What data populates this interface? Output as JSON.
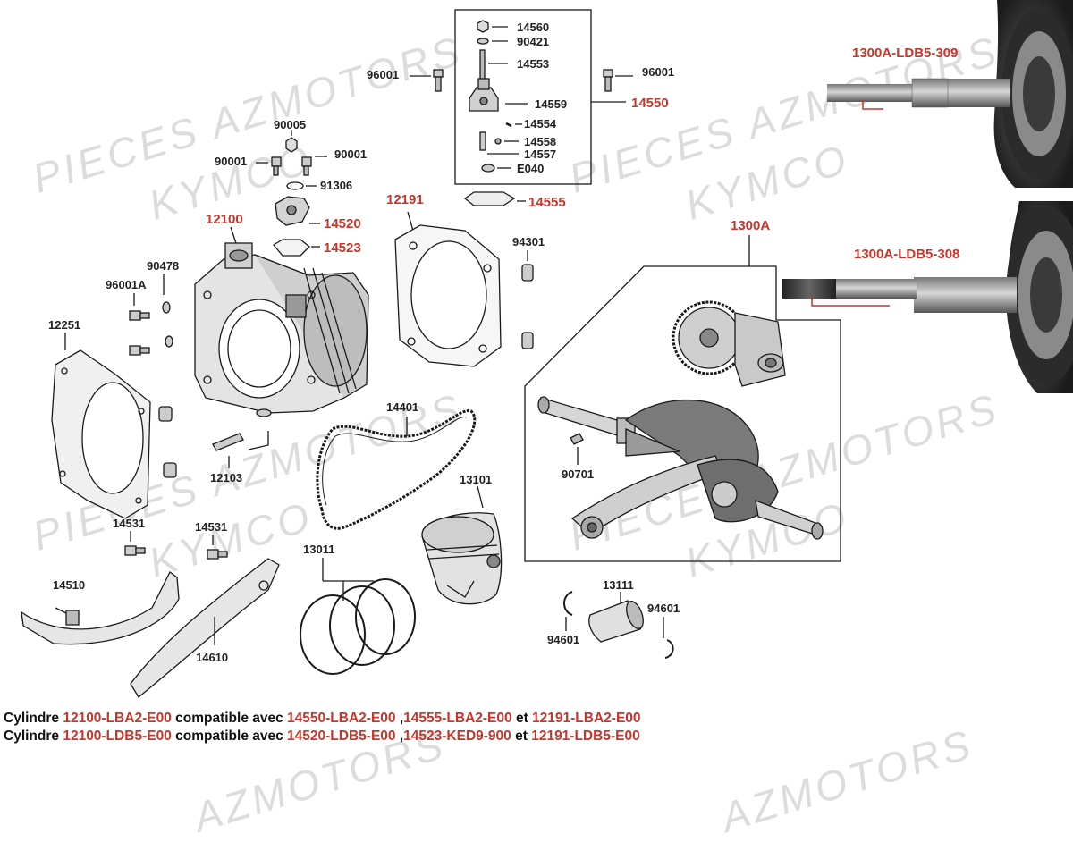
{
  "watermarks": [
    "PIECES AZMOTORS",
    "KYMCO",
    "PIECES AZMOTORS",
    "KYMCO",
    "PIECES AZMOTORS",
    "KYMCO",
    "PIECES AZMOTORS",
    "KYMCO",
    "AZMOTORS",
    "AZMOTORS"
  ],
  "labels": {
    "p14560": "14560",
    "p90421": "90421",
    "p14553": "14553",
    "p96001_left": "96001",
    "p96001_right": "96001",
    "p14559": "14559",
    "p14550": "14550",
    "p14554": "14554",
    "p14558": "14558",
    "p14557": "14557",
    "pE040": "E040",
    "p14555": "14555",
    "p90005": "90005",
    "p90001_left": "90001",
    "p90001_right": "90001",
    "p91306": "91306",
    "p12100": "12100",
    "p14520": "14520",
    "p14523": "14523",
    "p12191": "12191",
    "p94301": "94301",
    "p90478": "90478",
    "p96001A": "96001A",
    "p12251": "12251",
    "p14401": "14401",
    "p12103": "12103",
    "p13101": "13101",
    "p14531_left": "14531",
    "p14531_right": "14531",
    "p13011": "13011",
    "p14510": "14510",
    "p14610": "14610",
    "p13111": "13111",
    "p94601_right": "94601",
    "p94601_left": "94601",
    "p90701": "90701",
    "p1300A": "1300A",
    "p1300A_309": "1300A-LDB5-309",
    "p1300A_308": "1300A-LDB5-308"
  },
  "compat": [
    {
      "prefix": "Cylindre ",
      "cyl": "12100-LBA2-E00",
      "mid": " compatible avec ",
      "p1": "14550-LBA2-E00",
      "sep": " ,",
      "p2": "14555-LBA2-E00",
      "et": " et ",
      "p3": "12191-LBA2-E00"
    },
    {
      "prefix": "Cylindre ",
      "cyl": "12100-LDB5-E00",
      "mid": " compatible avec ",
      "p1": "14520-LDB5-E00",
      "sep": " ,",
      "p2": "14523-KED9-900",
      "et": " et ",
      "p3": "12191-LDB5-E00"
    }
  ],
  "colors": {
    "accent_red": "#c8352b",
    "line": "#1a1a1a",
    "watermark": "#dcdcdc"
  }
}
